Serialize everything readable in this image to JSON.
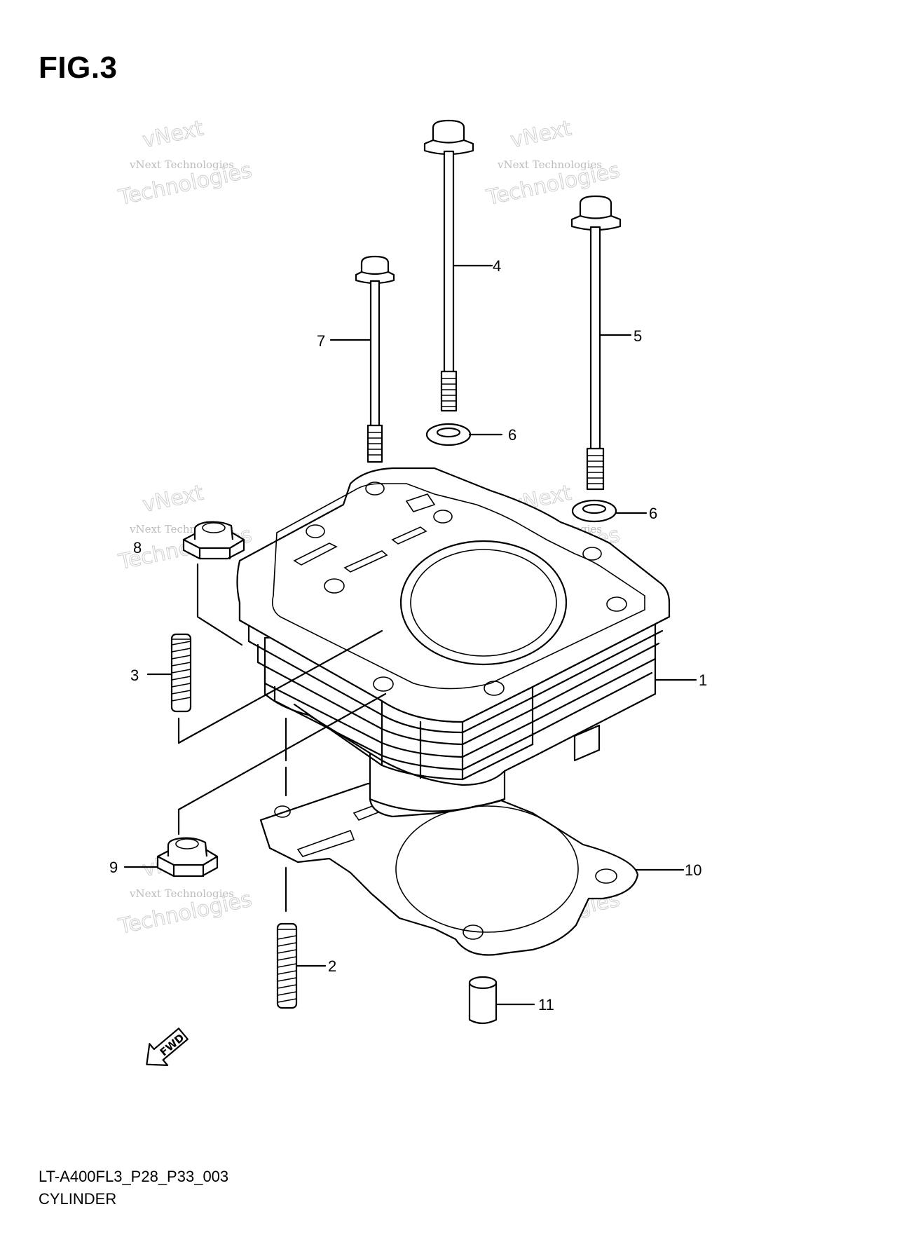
{
  "figure": {
    "title": "FIG.3",
    "code": "LT-A400FL3_P28_P33_003",
    "name": "CYLINDER",
    "fwd_label": "FWD"
  },
  "callouts": [
    {
      "id": "1",
      "label": "1"
    },
    {
      "id": "2",
      "label": "2"
    },
    {
      "id": "3",
      "label": "3"
    },
    {
      "id": "4",
      "label": "4"
    },
    {
      "id": "5",
      "label": "5"
    },
    {
      "id": "6a",
      "label": "6"
    },
    {
      "id": "6b",
      "label": "6"
    },
    {
      "id": "7",
      "label": "7"
    },
    {
      "id": "8",
      "label": "8"
    },
    {
      "id": "9",
      "label": "9"
    },
    {
      "id": "10",
      "label": "10"
    },
    {
      "id": "11",
      "label": "11"
    }
  ],
  "watermark": {
    "line1": "vNext",
    "line2": "vNext Technologies",
    "line3": "Technologies"
  },
  "colors": {
    "ink": "#000000",
    "watermark": "#bdbdbd",
    "background": "#ffffff"
  }
}
